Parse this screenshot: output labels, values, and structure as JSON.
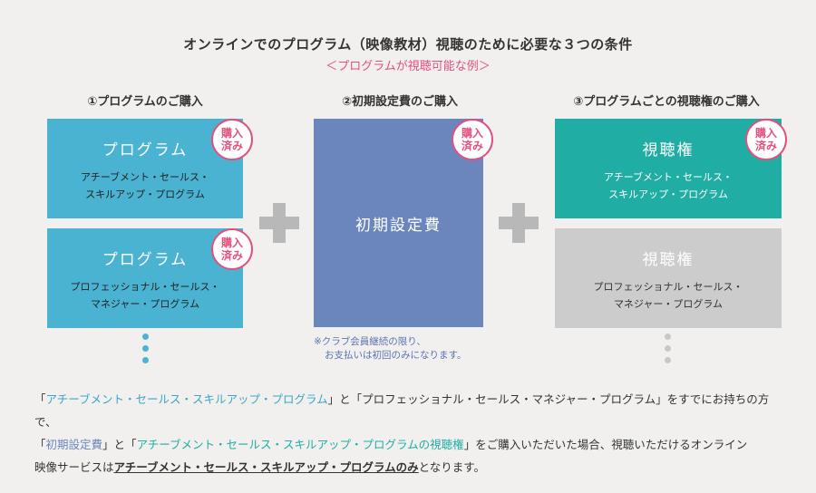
{
  "title": "オンラインでのプログラム（映像教材）視聴のために必要な３つの条件",
  "subtitle": "＜プログラムが視聴可能な例＞",
  "columns": [
    {
      "heading": "①プログラムのご購入",
      "boxes": [
        {
          "title": "プログラム",
          "sub": "アチーブメント・セールス・\nスキルアップ・プログラム",
          "badge": "購入\n済み"
        },
        {
          "title": "プログラム",
          "sub": "プロフェッショナル・セールス・\nマネジャー・プログラム",
          "badge": "購入\n済み"
        }
      ]
    },
    {
      "heading": "②初期設定費のご購入",
      "boxes": [
        {
          "title": "初期設定費",
          "badge": "購入\n済み"
        }
      ],
      "note_line1": "※クラブ会員継続の限り、",
      "note_line2": "お支払いは初回のみになります。"
    },
    {
      "heading": "③プログラムごとの視聴権のご購入",
      "boxes": [
        {
          "title": "視聴権",
          "sub": "アチーブメント・セールス・\nスキルアップ・プログラム",
          "badge": "購入\n済み"
        },
        {
          "title": "視聴権",
          "sub": "プロフェッショナル・セールス・\nマネジャー・プログラム"
        }
      ]
    }
  ],
  "paragraph": {
    "p1": "「",
    "h1": "アチーブメント・セールス・スキルアップ・プログラム",
    "p2": "」と「プロフェッショナル・セールス・マネジャー・プログラム」をすでにお持ちの方で、",
    "p3": "「",
    "h2": "初期設定費",
    "p4": "」と「",
    "h3": "アチーブメント・セールス・スキルアップ・プログラムの視聴権",
    "p5": "」をご購入いただいた場合、視聴いただけるオンライン",
    "p6": "映像サービスは",
    "h4": "アチーブメント・セールス・スキルアップ・プログラムのみ",
    "p7": "となります。"
  },
  "colors": {
    "blue": "#4ab3d1",
    "purple": "#6b86bd",
    "teal": "#20aea4",
    "gray": "#cccccc",
    "pink": "#e0517f"
  }
}
